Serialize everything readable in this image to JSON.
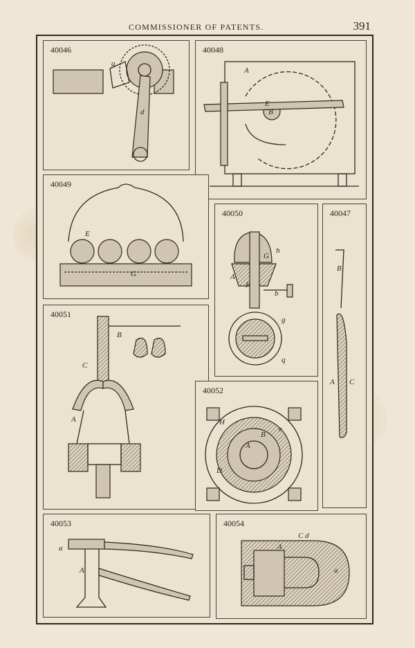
{
  "header": {
    "running_title": "COMMISSIONER OF PATENTS.",
    "page_number": "391"
  },
  "figures": [
    {
      "id": "40046",
      "labels": {
        "g": "g",
        "d": "d"
      }
    },
    {
      "id": "40048",
      "labels": {
        "A": "A",
        "E": "E",
        "B": "B"
      }
    },
    {
      "id": "40049",
      "labels": {
        "E": "E",
        "G": "G"
      }
    },
    {
      "id": "40050",
      "labels": {
        "h": "h",
        "G": "G",
        "A": "A",
        "F": "F",
        "b": "b",
        "g": "g",
        "q": "q"
      }
    },
    {
      "id": "40047",
      "labels": {
        "B": "B",
        "A": "A",
        "C": "C"
      }
    },
    {
      "id": "40051",
      "labels": {
        "B": "B",
        "C": "C",
        "A": "A"
      }
    },
    {
      "id": "40052",
      "labels": {
        "H": "H",
        "B": "B",
        "A": "A",
        "c": "c",
        "D": "D"
      }
    },
    {
      "id": "40053",
      "labels": {
        "a": "a",
        "A": "A"
      }
    },
    {
      "id": "40054",
      "labels": {
        "A": "A",
        "C": "C",
        "d": "d",
        "a": "a"
      }
    }
  ]
}
